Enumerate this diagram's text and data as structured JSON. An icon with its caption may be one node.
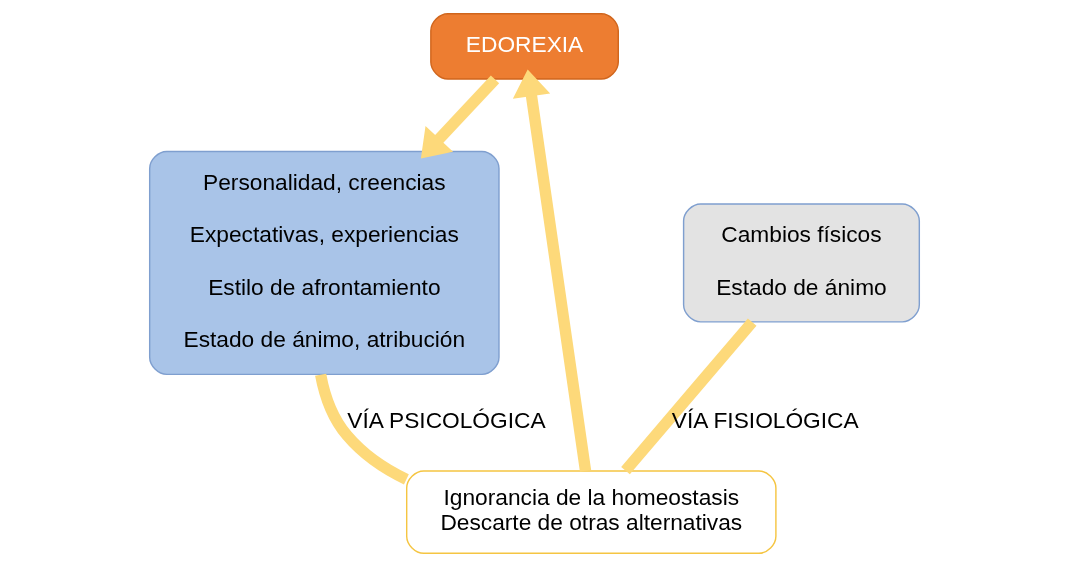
{
  "diagram": {
    "nodes": [
      {
        "text": [
          "EDOREXIA"
        ]
      },
      {
        "text": [
          "Personalidad, creencias",
          "Expectativas, experiencias",
          "Estilo de afrontamiento",
          "Estado de ánimo, atribución"
        ]
      },
      {
        "text": [
          "Cambios físicos",
          "Estado de ánimo"
        ]
      },
      {
        "text": [
          "Ignorancia de la homeostasis",
          "Descarte de otras alternativas"
        ]
      }
    ],
    "edges": [
      {
        "from": 0,
        "to": 1,
        "arrow": "to"
      },
      {
        "from": 1,
        "to": 3,
        "arrow": "none",
        "label": "VÍA PSICOLÓGICA"
      },
      {
        "from": 2,
        "to": 3,
        "arrow": "none",
        "label": "VÍA FISIOLÓGICA"
      },
      {
        "from": 3,
        "to": 0,
        "arrow": "to"
      }
    ]
  }
}
